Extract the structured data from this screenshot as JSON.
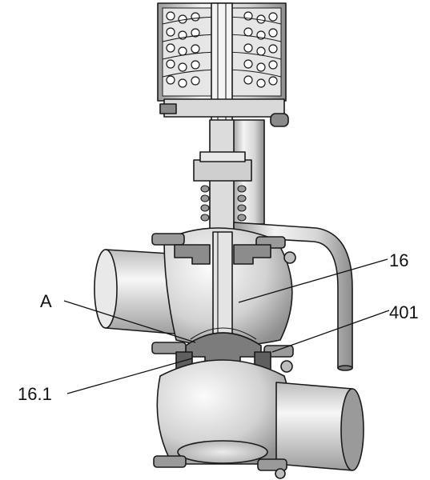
{
  "diagram": {
    "callouts": [
      {
        "id": "16",
        "text": "16"
      },
      {
        "id": "A",
        "text": "A"
      },
      {
        "id": "401",
        "text": "401"
      },
      {
        "id": "16.1",
        "text": "16.1"
      }
    ],
    "colors": {
      "outline": "#1a1a1a",
      "metal_light": "#f2f2f2",
      "metal_mid": "#c9c9c9",
      "metal_dark": "#8a8a8a",
      "section_fill": "#7a7a7a",
      "background": "#ffffff"
    }
  }
}
